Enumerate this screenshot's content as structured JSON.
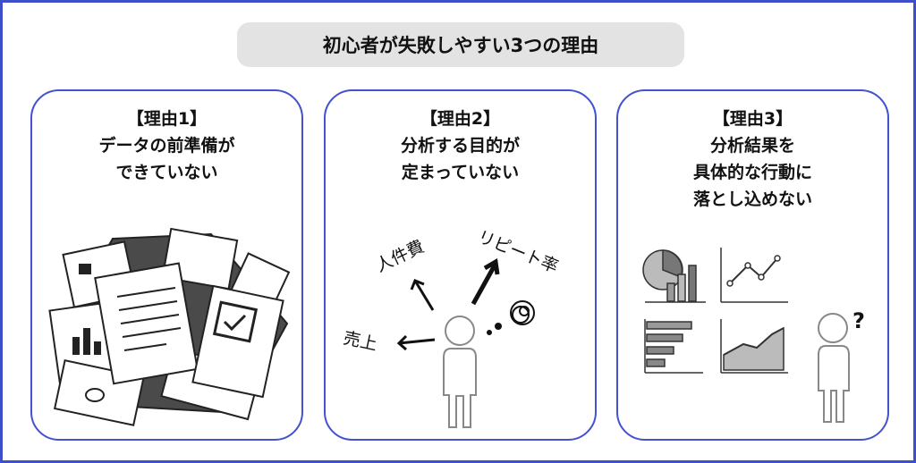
{
  "title": "初心者が失敗しやすい3つの理由",
  "reasons": [
    {
      "tag": "【理由1】",
      "lines": [
        "データの前準備が",
        "できていない"
      ]
    },
    {
      "tag": "【理由2】",
      "lines": [
        "分析する目的が",
        "定まっていない"
      ],
      "labels": {
        "a": "人件費",
        "b": "リピート率",
        "c": "売上"
      }
    },
    {
      "tag": "【理由3】",
      "lines": [
        "分析結果を",
        "具体的な行動に",
        "落とし込めない"
      ]
    }
  ]
}
